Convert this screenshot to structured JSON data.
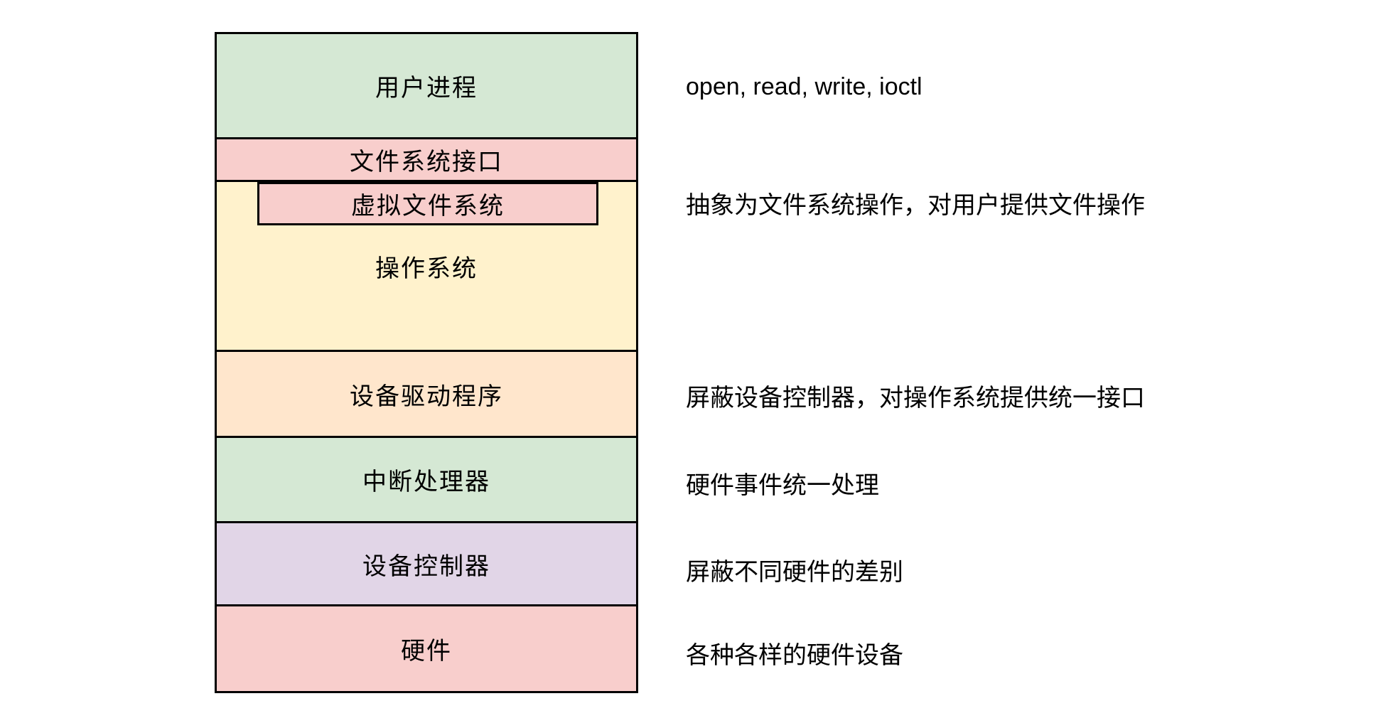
{
  "page": {
    "background": "#ffffff",
    "border_color": "#000000",
    "text_color": "#000000"
  },
  "diagram": {
    "layers": [
      {
        "label": "用户进程",
        "color": "#d5e8d4",
        "annotation": "open, read, write, ioctl"
      },
      {
        "label": "文件系统接口",
        "color": "#f8cecc"
      },
      {
        "label": "操作系统",
        "color": "#fff2cc",
        "nested": {
          "label": "虚拟文件系统",
          "color": "#f8cecc",
          "annotation": "抽象为文件系统操作，对用户提供文件操作"
        }
      },
      {
        "label": "设备驱动程序",
        "color": "#ffe6cc",
        "annotation": "屏蔽设备控制器，对操作系统提供统一接口"
      },
      {
        "label": "中断处理器",
        "color": "#d5e8d4",
        "annotation": "硬件事件统一处理"
      },
      {
        "label": "设备控制器",
        "color": "#e1d5e7",
        "annotation": "屏蔽不同硬件的差别"
      },
      {
        "label": "硬件",
        "color": "#f8cecc",
        "annotation": "各种各样的硬件设备"
      }
    ]
  }
}
